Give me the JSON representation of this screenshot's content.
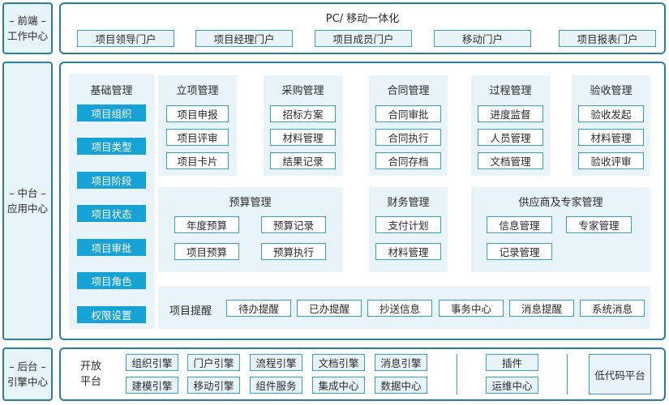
{
  "sidebar": {
    "front": "– 前端 –\n工作中心",
    "middle": "– 中台 –\n应用中心",
    "back": "– 后台 –\n引擎中心"
  },
  "front": {
    "title": "PC/ 移动一体化",
    "portals": [
      "项目领导门户",
      "项目经理门户",
      "项目成员门户",
      "移动门户",
      "项目报表门户"
    ]
  },
  "middle": {
    "base": {
      "title": "基础管理",
      "items": [
        "项目组织",
        "项目类型",
        "项目阶段",
        "项目状态",
        "项目审批",
        "项目角色",
        "权限设置"
      ]
    },
    "modules": [
      {
        "title": "立项管理",
        "items": [
          "项目申报",
          "项目评审",
          "项目卡片"
        ]
      },
      {
        "title": "采购管理",
        "items": [
          "招标方案",
          "材料管理",
          "结果记录"
        ]
      },
      {
        "title": "合同管理",
        "items": [
          "合同审批",
          "合同执行",
          "合同存档"
        ]
      },
      {
        "title": "过程管理",
        "items": [
          "进度监督",
          "人员管理",
          "文档管理"
        ]
      },
      {
        "title": "验收管理",
        "items": [
          "验收发起",
          "材料管理",
          "验收评审"
        ]
      }
    ],
    "budget": {
      "title": "预算管理",
      "items": [
        "年度预算",
        "预算记录",
        "项目预算",
        "预算执行"
      ]
    },
    "finance": {
      "title": "财务管理",
      "items": [
        "支付计划",
        "材料管理"
      ]
    },
    "supplier": {
      "title": "供应商及专家管理",
      "items": [
        "信息管理",
        "专家管理",
        "记录管理"
      ]
    },
    "reminder": {
      "title": "项目提醒",
      "items": [
        "待办提醒",
        "已办提醒",
        "抄送信息",
        "事务中心",
        "消息提醒",
        "系统消息"
      ]
    }
  },
  "back": {
    "open_platform": "开放\n平台",
    "engines": [
      "组织引擎",
      "门户引擎",
      "流程引擎",
      "文档引擎",
      "消息引擎",
      "建模引擎",
      "移动引擎",
      "组件服务",
      "集成中心",
      "数据中心"
    ],
    "ops": [
      "插件",
      "运维中心"
    ],
    "lowcode": "低代码平台"
  }
}
